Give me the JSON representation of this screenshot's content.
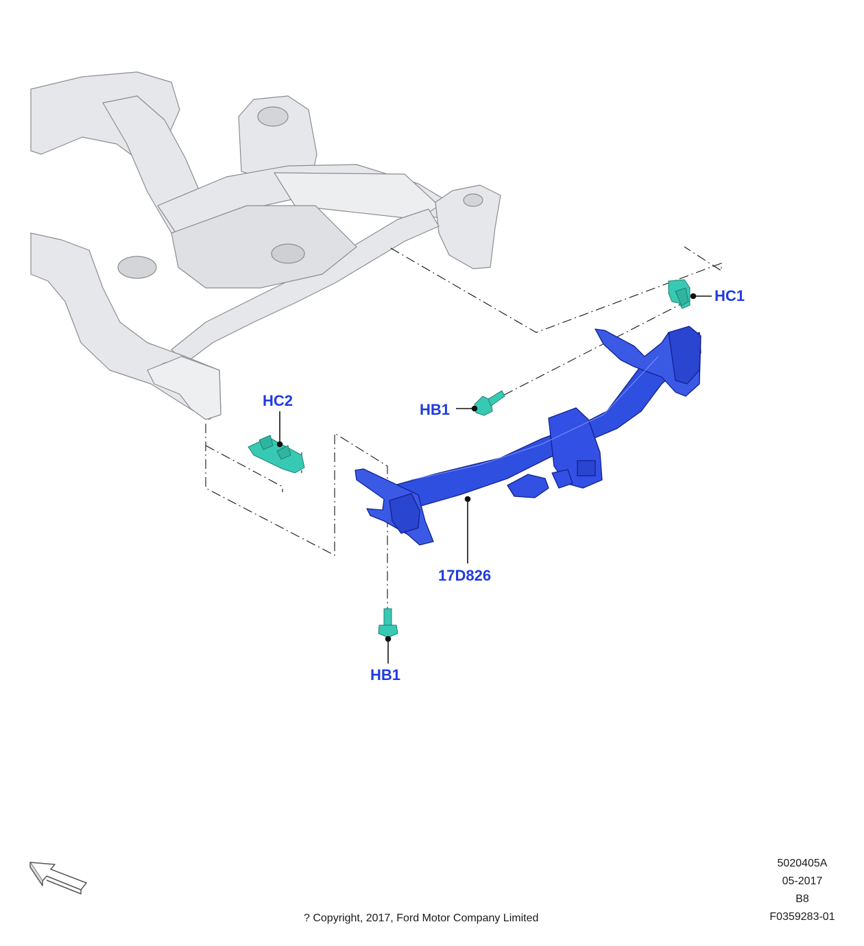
{
  "callouts": {
    "hc1": "HC1",
    "hc2": "HC2",
    "hb1_upper": "HB1",
    "hb1_lower": "HB1",
    "part_main": "17D826"
  },
  "footer": {
    "illustration_code": "5020405A",
    "date": "05-2017",
    "revision": "B8",
    "figure_id": "F0359283-01",
    "copyright": "? Copyright, 2017, Ford Motor Company Limited"
  },
  "icons": {
    "front_arrow": "direction-arrow-icon"
  },
  "colors": {
    "callout": "#1f3be0",
    "hitch": "#2f4fe0",
    "fastener": "#38c9b4",
    "frame": "#e6e7ea"
  }
}
